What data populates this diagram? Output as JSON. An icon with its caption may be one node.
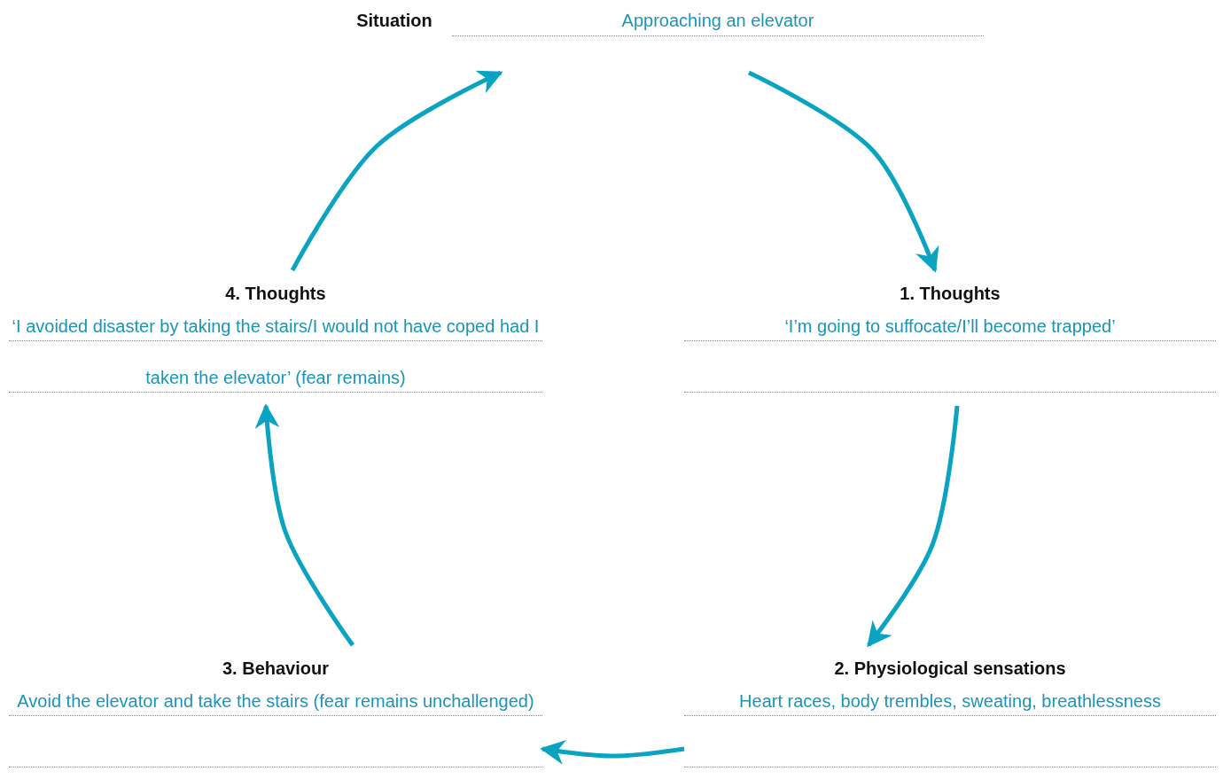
{
  "diagram": {
    "nodes": [
      {
        "text": [
          "Situation",
          "Approaching an elevator"
        ]
      },
      {
        "text": [
          "1. Thoughts",
          "‘I’m going to suffocate/I’ll become trapped’"
        ]
      },
      {
        "text": [
          "2. Physiological sensations",
          "Heart races, body trembles, sweating, breathlessness"
        ]
      },
      {
        "text": [
          "3. Behaviour",
          "Avoid the elevator and take the stairs (fear remains unchallenged)"
        ]
      },
      {
        "text": [
          "4. Thoughts",
          "‘I avoided disaster by taking the stairs/I would not have coped had I taken the elevator’ (fear remains)"
        ]
      }
    ],
    "edges": [
      {
        "from": 0,
        "to": 1,
        "arrow": "to"
      },
      {
        "from": 1,
        "to": 2,
        "arrow": "to"
      },
      {
        "from": 2,
        "to": 3,
        "arrow": "to"
      },
      {
        "from": 3,
        "to": 4,
        "arrow": "to"
      },
      {
        "from": 4,
        "to": 0,
        "arrow": "to"
      }
    ]
  }
}
